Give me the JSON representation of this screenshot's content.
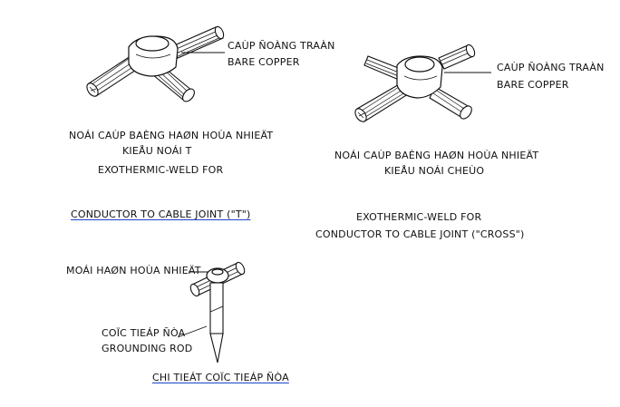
{
  "t_joint": {
    "callout_vn": "CAÙP ÑOÀNG TRAÀN",
    "callout_en": "BARE COPPER",
    "title_vn_1": "NOÁI CAÙP BAÈNG HAØN HOÙA NHIEÄT",
    "title_vn_2": "KIEÅU NOÁI T",
    "title_en_1": "EXOTHERMIC-WELD  FOR",
    "title_en_2": "CONDUCTOR  TO CABLE  JOINT (\"T\")"
  },
  "cross_joint": {
    "callout_vn": "CAÙP ÑOÀNG TRAÀN",
    "callout_en": "BARE COPPER",
    "title_vn_1": "NOÁI CAÙP BAÈNG HAØN HOÙA NHIEÄT",
    "title_vn_2": "KIEÅU NOÁI CHEÙO",
    "title_en_1": "EXOTHERMIC-WELD  FOR",
    "title_en_2": "CONDUCTOR  TO CABLE  JOINT (\"CROSS\")"
  },
  "ground_rod": {
    "weld_label": "MOÁI HAØN HOÙA NHIEÄT",
    "rod_label_vn": "COÏC TIEÁP ÑÒA",
    "rod_label_en": "GROUNDING ROD",
    "caption": "CHI TIEÁT COÏC TIEÁP ÑÒA"
  },
  "colors": {
    "ink": "#111111",
    "link_underline": "#1a44c8"
  }
}
